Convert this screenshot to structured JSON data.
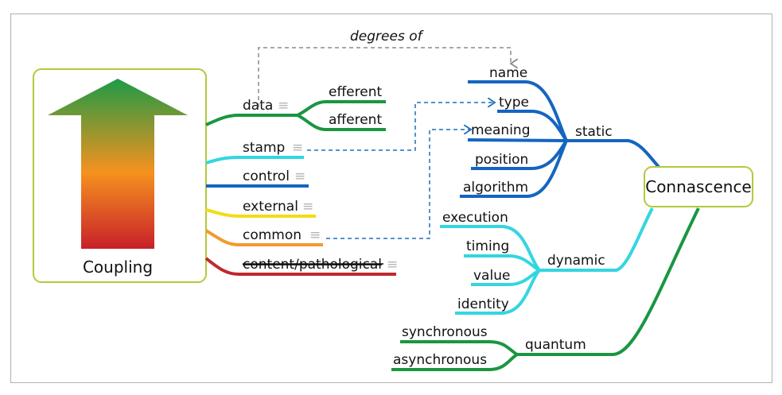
{
  "coupling": {
    "title": "Coupling",
    "types": [
      "data",
      "stamp",
      "control",
      "external",
      "common",
      "content/pathological"
    ],
    "data_sub": [
      "efferent",
      "afferent"
    ]
  },
  "top_label": "degrees of",
  "connascence": {
    "title": "Connascence",
    "static": {
      "label": "static",
      "items": [
        "name",
        "type",
        "meaning",
        "position",
        "algorithm"
      ]
    },
    "dynamic": {
      "label": "dynamic",
      "items": [
        "execution",
        "timing",
        "value",
        "identity"
      ]
    },
    "quantum": {
      "label": "quantum",
      "items": [
        "synchronous",
        "asynchronous"
      ]
    }
  },
  "colors": {
    "green": "#1a9641",
    "cyan": "#33d6e0",
    "blue": "#1565c0",
    "yellow": "#f2dc16",
    "orange": "#f29a2e",
    "red": "#c0282d",
    "box_border": "#b5c93a",
    "dash_gray": "#8a8a8a",
    "dash_blue": "#1f6fbf"
  },
  "icons": {
    "note": "note-icon",
    "arrow": "up-arrow-gradient-icon"
  }
}
